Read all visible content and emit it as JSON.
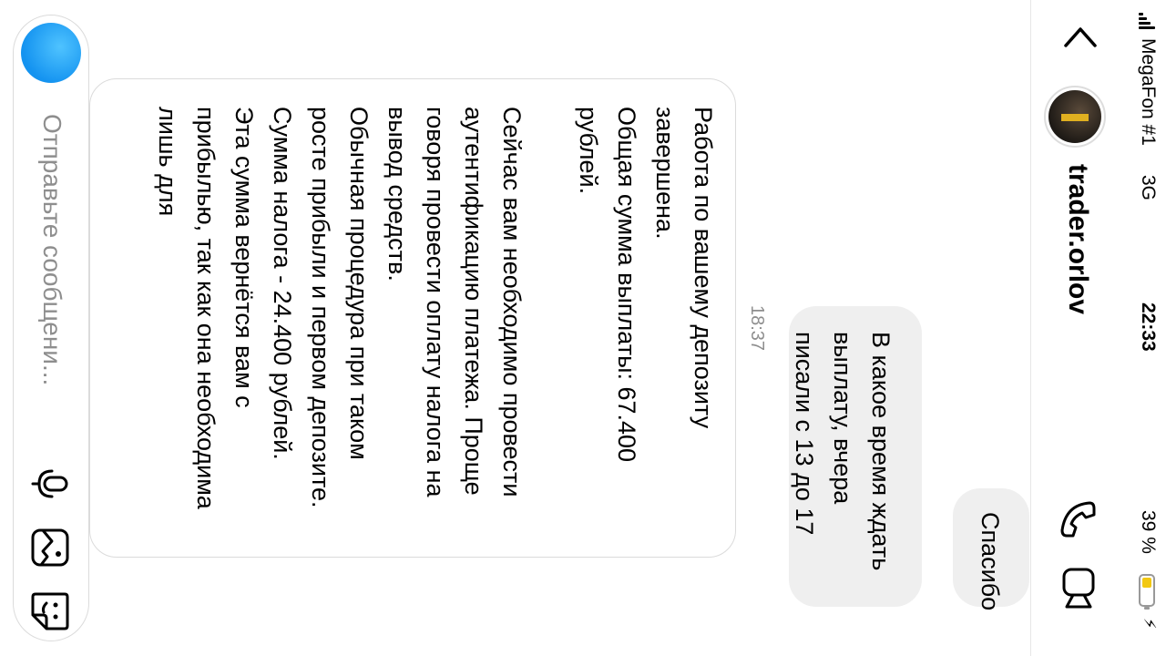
{
  "status_bar": {
    "carrier": "MegaFon #1",
    "network": "3G",
    "time": "22:33",
    "battery": "39 %",
    "battery_level": 0.39
  },
  "header": {
    "username": "trader.orlov",
    "icons": [
      "chevron-left-icon",
      "avatar",
      "phone-icon",
      "video-camera-icon"
    ]
  },
  "messages": {
    "outgoing_1": "Спасибо",
    "outgoing_2": "В какое время ждать выплату, вчера писали с 13 до 17",
    "timestamp": "18:37",
    "incoming": {
      "paragraphs": [
        "Работа по вашему депозиту завершена.\nОбщая сумма выплаты: 67.400 рублей.",
        "Сейчас вам необходимо провести аутентификацию платежа. Проще говоря провести оплату налога на вывод средств.\nОбычная процедура при таком росте прибыли и первом депозите.\nСумма налога - 24.400 рублей.\nЭта сумма вернётся вам с прибылью, так как она необходима лишь для"
      ]
    }
  },
  "composer": {
    "placeholder": "Отправьте сообщени...",
    "icons": [
      "camera-icon",
      "microphone-icon",
      "gallery-icon",
      "sticker-icon"
    ]
  },
  "colors": {
    "accent_blue": "#1493f0",
    "bubble_gray": "#efefef",
    "battery_yellow": "#f2c812",
    "meta_gray": "#8e8e8e"
  }
}
